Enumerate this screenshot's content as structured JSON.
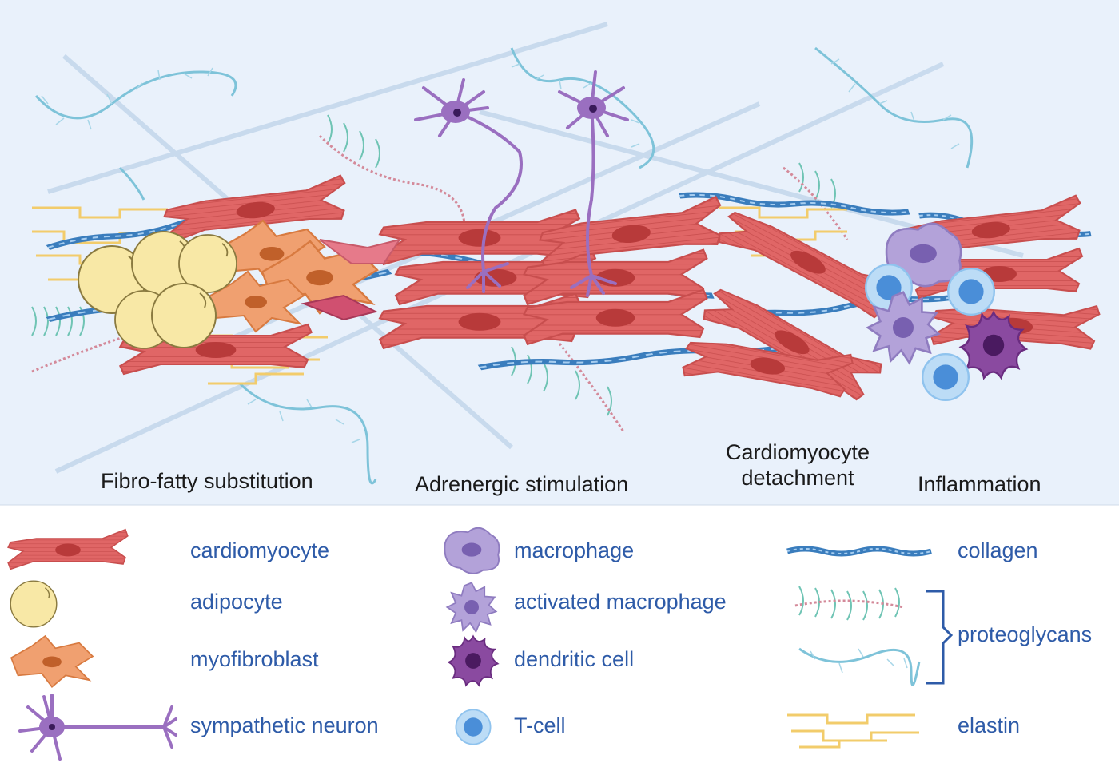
{
  "panels": {
    "fibro": "Fibro-fatty substitution",
    "adrenergic": "Adrenergic stimulation",
    "detach_line1": "Cardiomyocyte",
    "detach_line2": "detachment",
    "inflammation": "Inflammation"
  },
  "legend": {
    "cardiomyocyte": "cardiomyocyte",
    "adipocyte": "adipocyte",
    "myofibroblast": "myofibroblast",
    "sympathetic_neuron": "sympathetic neuron",
    "macrophage": "macrophage",
    "activated_macrophage": "activated macrophage",
    "dendritic_cell": "dendritic cell",
    "t_cell": "T-cell",
    "collagen": "collagen",
    "proteoglycans": "proteoglycans",
    "elastin": "elastin"
  },
  "colors": {
    "scene_bg": "#e9f1fb",
    "cardiomyocyte": "#e06666",
    "cardiomyocyte_nucleus": "#b83a3a",
    "adipocyte": "#f8e8a6",
    "myofibroblast": "#f0a070",
    "neuron": "#9a6fc0",
    "macrophage": "#b3a2d9",
    "dendritic": "#8a4aa0",
    "t_cell": "#8fc3ee",
    "collagen": "#3a7dbd",
    "proteoglycan": "#7ec3d9",
    "elastin": "#f2cc6b",
    "legend_text": "#2e5ba8"
  }
}
